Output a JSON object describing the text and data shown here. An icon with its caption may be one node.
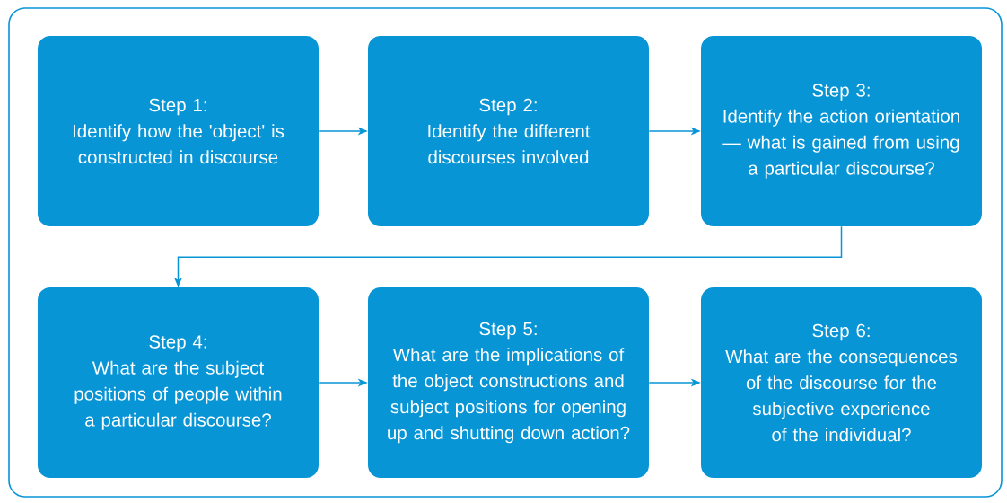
{
  "diagram": {
    "nodes": [
      {
        "text": [
          "Step 1:",
          "Identify how the 'object' is constructed in discourse"
        ]
      },
      {
        "text": [
          "Step 2:",
          "Identify the different discourses involved"
        ]
      },
      {
        "text": [
          "Step 3:",
          "Identify the action orientation — what is gained from using a particular discourse?"
        ]
      },
      {
        "text": [
          "Step 4:",
          "What are the subject positions of people within a particular discourse?"
        ]
      },
      {
        "text": [
          "Step 5:",
          "What are the implications of the object constructions and subject positions for opening up and shutting down action?"
        ]
      },
      {
        "text": [
          "Step 6:",
          "What are the consequences of the discourse for the subjective experience of the individual?"
        ]
      }
    ],
    "edges": [
      {
        "from": 0,
        "to": 1,
        "arrow": "to"
      },
      {
        "from": 1,
        "to": 2,
        "arrow": "to"
      },
      {
        "from": 2,
        "to": 3,
        "arrow": "to"
      },
      {
        "from": 3,
        "to": 4,
        "arrow": "to"
      },
      {
        "from": 4,
        "to": 5,
        "arrow": "to"
      }
    ]
  }
}
